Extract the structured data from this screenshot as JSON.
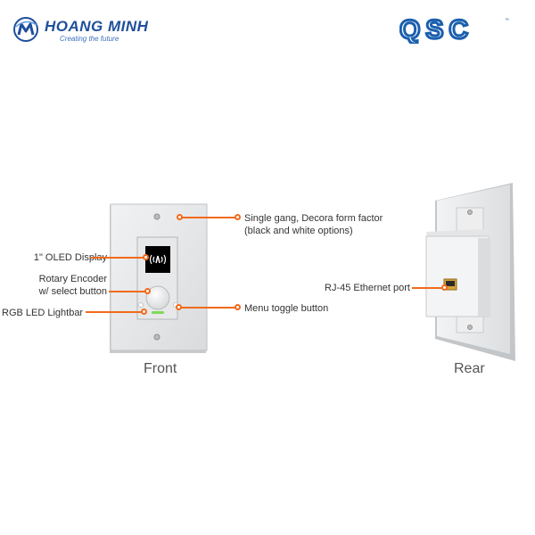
{
  "header": {
    "brand_name": "HOANG MINH",
    "brand_tagline": "Creating the future",
    "qsc_logo_text": "QSC",
    "brand_logo_icon": "hoang-minh-logo-mark"
  },
  "front": {
    "caption": "Front",
    "callouts": {
      "form_factor_line1": "Single gang, Decora form factor",
      "form_factor_line2": "(black and white options)",
      "oled": "1\" OLED Display",
      "encoder_line1": "Rotary Encoder",
      "encoder_line2": "w/ select button",
      "lightbar": "RGB LED Lightbar",
      "menu": "Menu toggle button"
    }
  },
  "rear": {
    "caption": "Rear",
    "callouts": {
      "ethernet": "RJ-45 Ethernet port"
    }
  },
  "colors": {
    "accent": "#f26a1b",
    "brand_blue": "#1f4f9b",
    "qsc_blue": "#1b5fae"
  }
}
